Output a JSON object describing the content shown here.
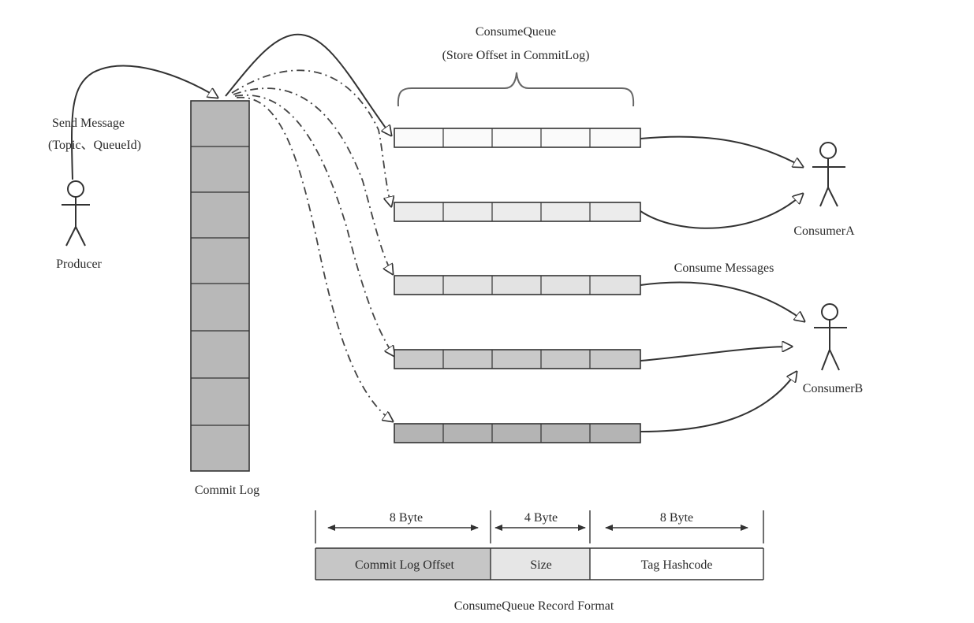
{
  "producer": {
    "label": "Producer"
  },
  "send_message": {
    "line1": "Send Message",
    "line2": "(Topic、QueueId)"
  },
  "commit_log": {
    "label": "Commit Log",
    "fill": "#b8b8b8"
  },
  "consume_queue": {
    "title": "ConsumeQueue",
    "subtitle": "(Store Offset in CommitLog)"
  },
  "queue_fills": [
    "#fafafa",
    "#ececec",
    "#e3e3e3",
    "#c9c9c9",
    "#b4b4b4"
  ],
  "consumers": {
    "a": "ConsumerA",
    "b": "ConsumerB"
  },
  "consume_messages": "Consume Messages",
  "record_format": {
    "title": "ConsumeQueue Record Format",
    "fields": [
      {
        "size": "8 Byte",
        "name": "Commit Log Offset",
        "fill": "#c6c6c6"
      },
      {
        "size": "4 Byte",
        "name": "Size",
        "fill": "#e6e6e6"
      },
      {
        "size": "8 Byte",
        "name": "Tag Hashcode",
        "fill": "#ffffff"
      }
    ]
  }
}
